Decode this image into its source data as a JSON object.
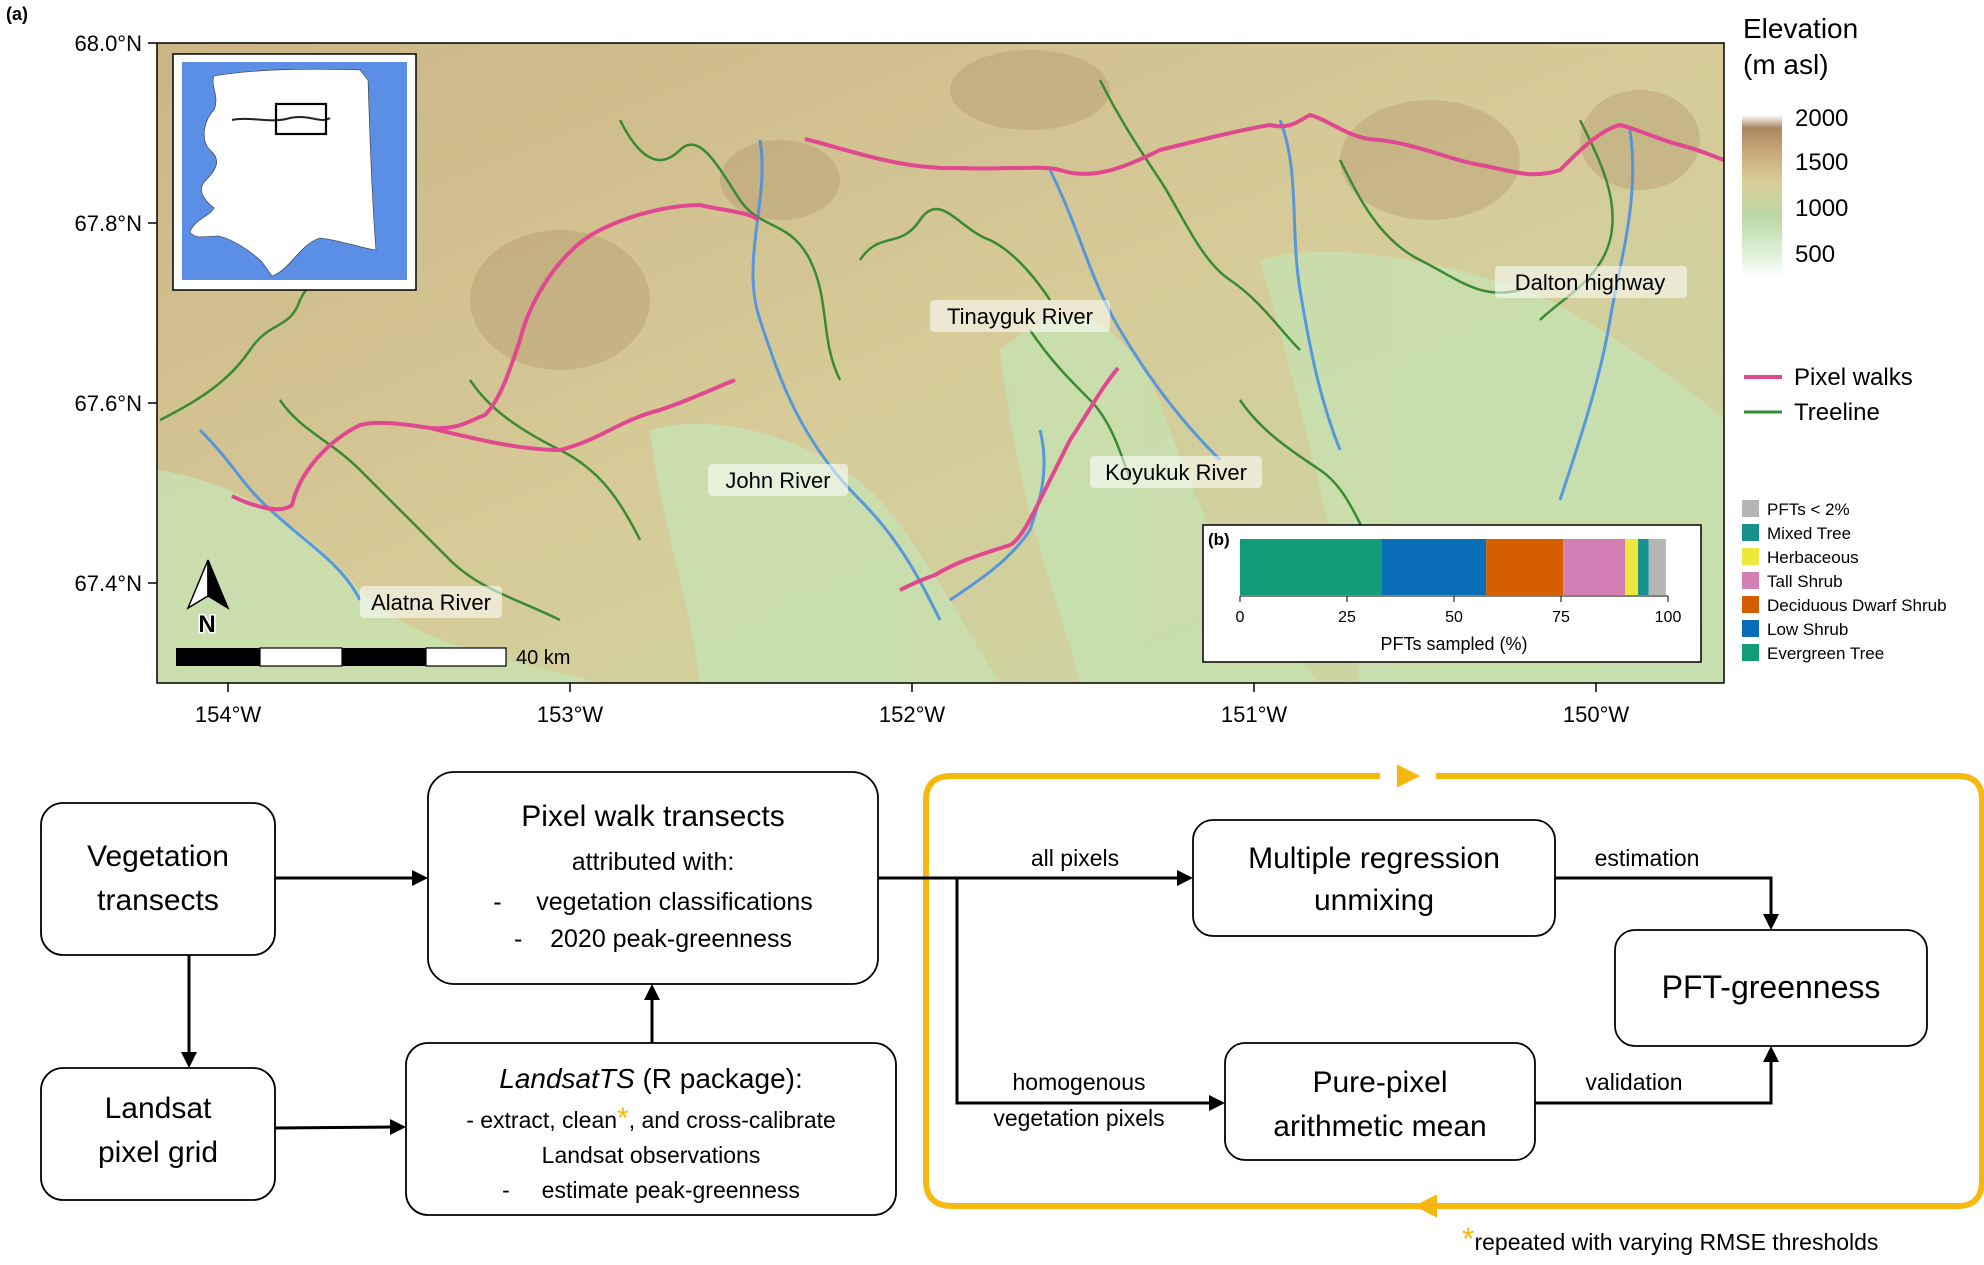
{
  "panel_a_label": "(a)",
  "panel_b_label": "(b)",
  "map": {
    "lat_ticks": [
      "68.0°N",
      "67.8°N",
      "67.6°N",
      "67.4°N"
    ],
    "lon_ticks": [
      "154°W",
      "153°W",
      "152°W",
      "151°W",
      "150°W"
    ],
    "place_labels": {
      "tinayguk": "Tinayguk River",
      "dalton": "Dalton highway",
      "john": "John River",
      "koyukuk": "Koyukuk River",
      "alatna": "Alatna River"
    },
    "north_arrow": "N",
    "scale_bar": "40 km"
  },
  "legend": {
    "elevation_title_1": "Elevation",
    "elevation_title_2": "(m asl)",
    "elevation_ticks": [
      "2000",
      "1500",
      "1000",
      "500"
    ],
    "pixel_walks": "Pixel walks",
    "treeline": "Treeline",
    "pixel_walks_color": "#e0488f",
    "treeline_color": "#3a8a34"
  },
  "pft_legend": [
    {
      "label": "PFTs < 2%",
      "color": "#b5b5b5"
    },
    {
      "label": "Mixed Tree",
      "color": "#17918e"
    },
    {
      "label": "Herbaceous",
      "color": "#ece83c"
    },
    {
      "label": "Tall Shrub",
      "color": "#d37fb4"
    },
    {
      "label": "Deciduous Dwarf Shrub",
      "color": "#d55e00"
    },
    {
      "label": "Low Shrub",
      "color": "#0a6db8"
    },
    {
      "label": "Evergreen Tree",
      "color": "#129c77"
    }
  ],
  "chart_data": {
    "type": "bar",
    "orientation": "horizontal-stacked",
    "xlabel": "PFTs sampled (%)",
    "xlim": [
      0,
      100
    ],
    "x_ticks": [
      "0",
      "25",
      "50",
      "75",
      "100"
    ],
    "series": [
      {
        "name": "Evergreen Tree",
        "value": 33
      },
      {
        "name": "Low Shrub",
        "value": 24.5
      },
      {
        "name": "Deciduous Dwarf Shrub",
        "value": 18
      },
      {
        "name": "Tall Shrub",
        "value": 14.5
      },
      {
        "name": "Herbaceous",
        "value": 3
      },
      {
        "name": "Mixed Tree",
        "value": 2.5
      },
      {
        "name": "PFTs < 2%",
        "value": 4
      }
    ]
  },
  "flowchart": {
    "veg_transects": [
      "Vegetation",
      "transects"
    ],
    "landsat_grid": [
      "Landsat",
      "pixel grid"
    ],
    "pixel_walk_box": [
      "Pixel walk transects",
      "attributed with:",
      "-     vegetation classifications",
      "-    2020 peak-greenness"
    ],
    "landsatts_italic": "LandsatTS",
    "landsatts_rest": " (R package):",
    "landsatts_line2_a": "- extract, clean",
    "landsatts_line2_b": ", and cross-calibrate",
    "landsatts_line3": "Landsat observations",
    "landsatts_line4": "-     estimate peak-greenness",
    "mr_box": [
      "Multiple regression",
      "unmixing"
    ],
    "pp_box": [
      "Pure-pixel",
      "arithmetic mean"
    ],
    "pft_box": "PFT-greenness",
    "edge_all_pixels": "all pixels",
    "edge_homog_1": "homogenous",
    "edge_homog_2": "vegetation pixels",
    "edge_estimation": "estimation",
    "edge_validation": "validation",
    "asterisk": "*",
    "footnote": "repeated with varying RMSE thresholds",
    "loop_color": "#f6b70f"
  }
}
